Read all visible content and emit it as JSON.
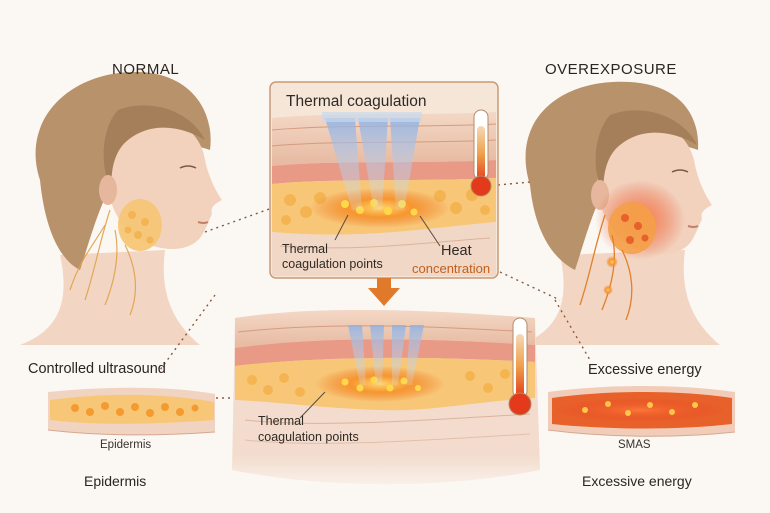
{
  "labels": {
    "normal": "NORMAL",
    "overexposure": "OVEREXPOSURE",
    "inset_title": "Thermal coagulation",
    "thermal_points_top": "Thermal\ncoagulation points",
    "heat": "Heat",
    "concentration": "concentration",
    "controlled_ultrasound": "Controlled ultrasound",
    "excessive_energy_mid": "Excessive energy",
    "epidermis_small": "Epidermis",
    "thermal_points_bottom": "Thermal\ncoagulation points",
    "smas": "SMAS",
    "epidermis_large": "Epidermis",
    "excessive_energy_bottom": "Excessive energy"
  },
  "colors": {
    "skin": "#f2d2bd",
    "hair": "#b8926a",
    "fat": "#f7c777",
    "heat": "#f07a2a",
    "hot_core": "#e23a1a",
    "beam": "#a9c3e8",
    "frame": "#c99a78",
    "mercury": "#e23a1a"
  },
  "icons": [
    "thermometer-icon",
    "down-arrow-icon"
  ]
}
